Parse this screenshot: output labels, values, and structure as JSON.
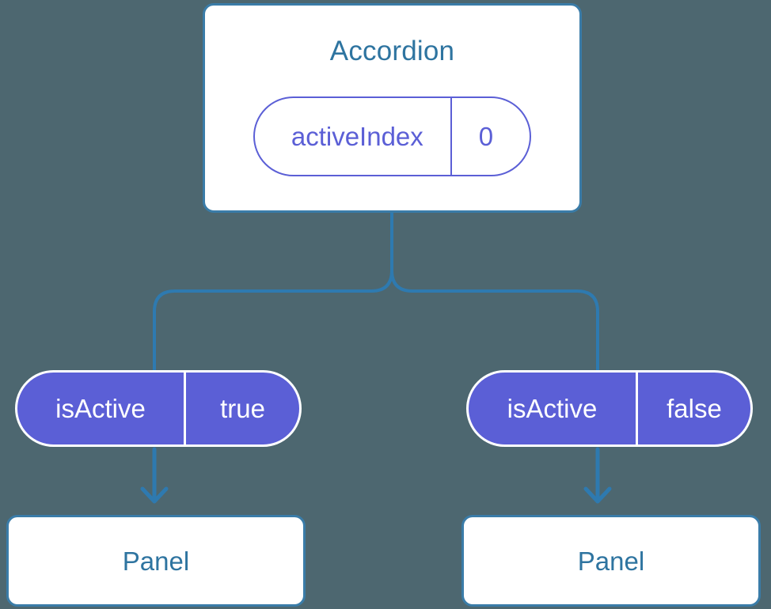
{
  "theme": {
    "background": "#4d6770",
    "card_border": "#3a7ca8",
    "card_background": "#ffffff",
    "title_text": "#2e74a0",
    "prop_accent": "#5b5fd6",
    "prop_filled_text": "#ffffff",
    "connector": "#2e7ab0"
  },
  "diagram": {
    "type": "component-tree",
    "root": {
      "title": "Accordion",
      "prop": {
        "key": "activeIndex",
        "value": "0"
      }
    },
    "branches": [
      {
        "side": "left",
        "prop": {
          "key": "isActive",
          "value": "true"
        },
        "leaf": {
          "title": "Panel"
        }
      },
      {
        "side": "right",
        "prop": {
          "key": "isActive",
          "value": "false"
        },
        "leaf": {
          "title": "Panel"
        }
      }
    ]
  }
}
